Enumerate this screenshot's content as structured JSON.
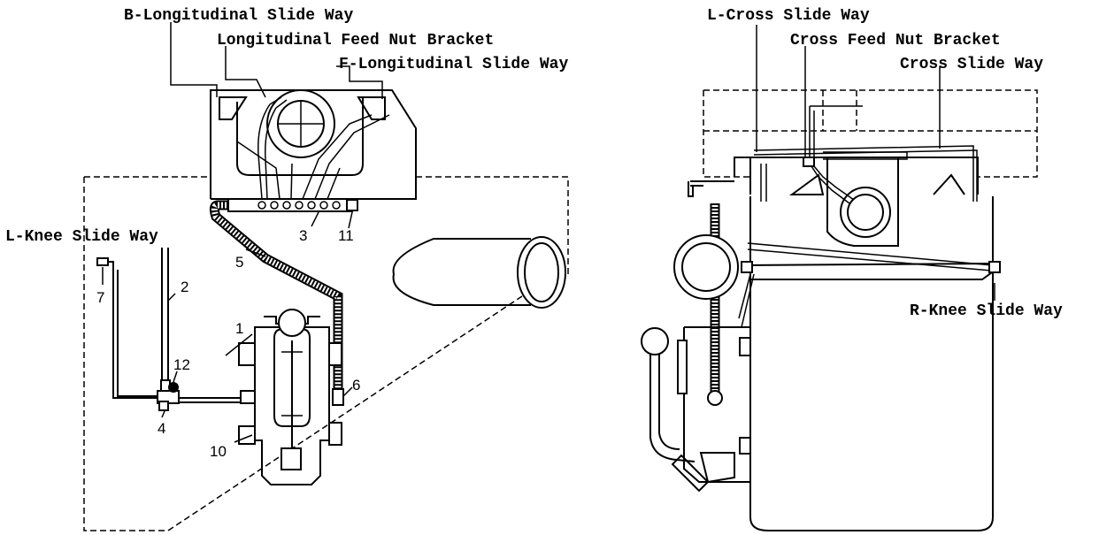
{
  "labels": {
    "b_long": "B-Longitudinal Slide Way",
    "long_nut": "Longitudinal Feed Nut Bracket",
    "f_long": "F-Longitudinal Slide Way",
    "l_knee": "L-Knee Slide Way",
    "l_cross": "L-Cross Slide Way",
    "cross_nut": "Cross Feed Nut Bracket",
    "cross_way": "Cross Slide Way",
    "r_knee": "R-Knee Slide Way"
  },
  "numbers": {
    "n1": "1",
    "n2": "2",
    "n3": "3",
    "n4": "4",
    "n5": "5",
    "n6": "6",
    "n7": "7",
    "n10": "10",
    "n11": "11",
    "n12": "12"
  }
}
